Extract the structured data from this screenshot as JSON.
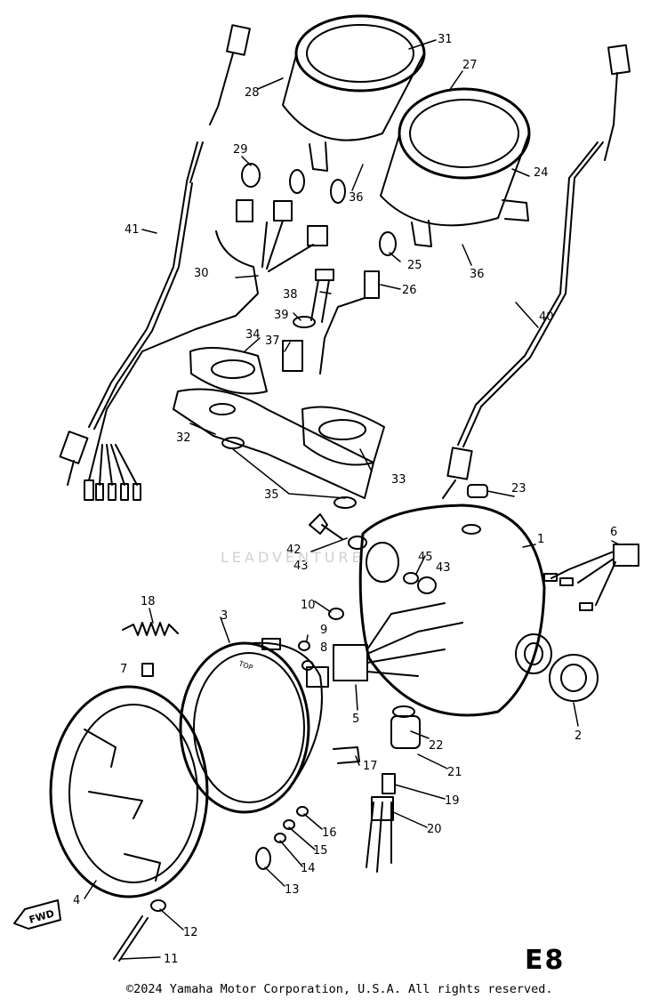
{
  "diagram": {
    "page_code": "E8",
    "copyright": "©2024 Yamaha Motor Corporation, U.S.A. All rights reserved.",
    "watermark": "LEADVENTURE",
    "fwd_arrow_label": "FWD",
    "top_mark": "TOP",
    "callouts": {
      "p1": "1",
      "p2": "2",
      "p3": "3",
      "p4": "4",
      "p5": "5",
      "p6": "6",
      "p7": "7",
      "p8": "8",
      "p9": "9",
      "p10": "10",
      "p11": "11",
      "p12": "12",
      "p13": "13",
      "p14": "14",
      "p15": "15",
      "p16": "16",
      "p17": "17",
      "p18": "18",
      "p19": "19",
      "p20": "20",
      "p21": "21",
      "p22": "22",
      "p23": "23",
      "p24": "24",
      "p25": "25",
      "p26": "26",
      "p27": "27",
      "p28": "28",
      "p29": "29",
      "p30": "30",
      "p31": "31",
      "p32": "32",
      "p33": "33",
      "p34": "34",
      "p35": "35",
      "p36a": "36",
      "p36b": "36",
      "p37": "37",
      "p38": "38",
      "p39": "39",
      "p40": "40",
      "p41": "41",
      "p42": "42",
      "p43a": "43",
      "p43b": "43",
      "p45": "45"
    }
  }
}
